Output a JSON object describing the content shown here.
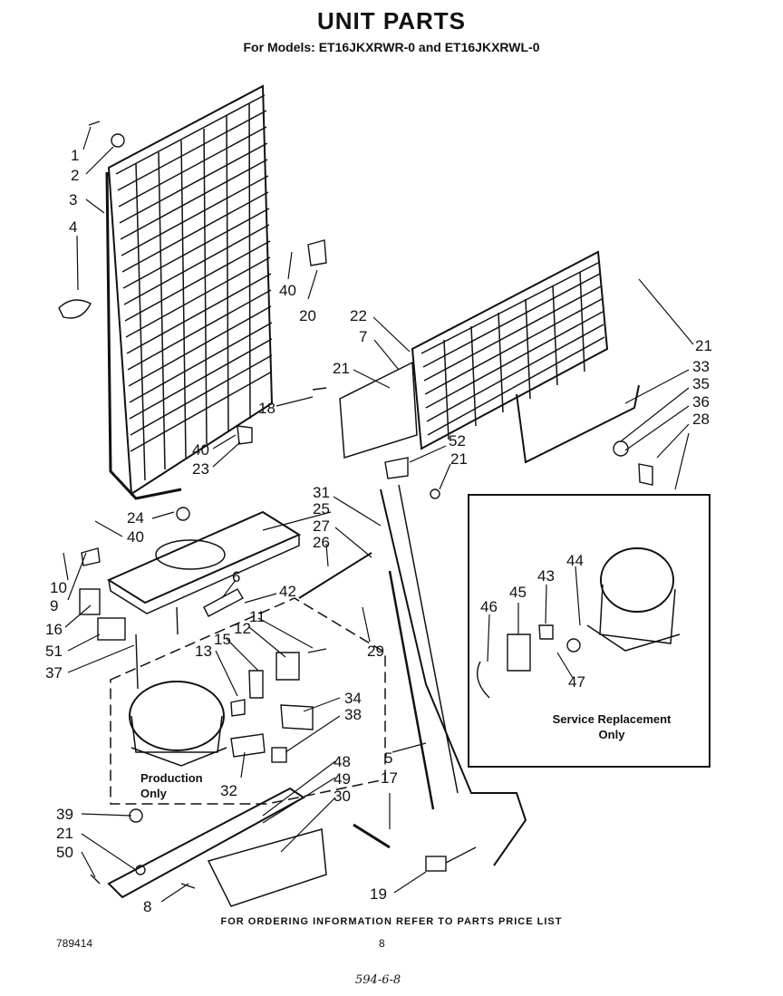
{
  "header": {
    "title": "UNIT PARTS",
    "subtitle": "For Models: ET16JKXRWR-0 and ET16JKXRWL-0"
  },
  "callouts": {
    "c1": "1",
    "c2": "2",
    "c3": "3",
    "c4": "4",
    "c40a": "40",
    "c20": "20",
    "c22": "22",
    "c7": "7",
    "c21a": "21",
    "c18": "18",
    "c40b": "40",
    "c23": "23",
    "c21b": "21",
    "c33": "33",
    "c35": "35",
    "c36": "36",
    "c28": "28",
    "c52": "52",
    "c21c": "21",
    "c31": "31",
    "c25": "25",
    "c27": "27",
    "c26": "26",
    "c24": "24",
    "c40c": "40",
    "c6": "6",
    "c42": "42",
    "c10": "10",
    "c9": "9",
    "c16": "16",
    "c12": "12",
    "c11": "11",
    "c51": "51",
    "c29": "29",
    "c13": "13",
    "c15": "15",
    "c37": "37",
    "c46": "46",
    "c45": "45",
    "c43": "43",
    "c44": "44",
    "c47": "47",
    "c34": "34",
    "c38": "38",
    "c32": "32",
    "c5": "5",
    "c17": "17",
    "c48": "48",
    "c49": "49",
    "c30": "30",
    "c39": "39",
    "c21d": "21",
    "c50": "50",
    "c8": "8",
    "c19": "19"
  },
  "notes": {
    "service_replacement": "Service Replacement Only",
    "production_only": "Production Only"
  },
  "footer": {
    "ordering_info": "FOR ORDERING INFORMATION REFER TO PARTS PRICE LIST",
    "doc_number": "789414",
    "page_number": "8",
    "handwritten": "594-6-8"
  }
}
